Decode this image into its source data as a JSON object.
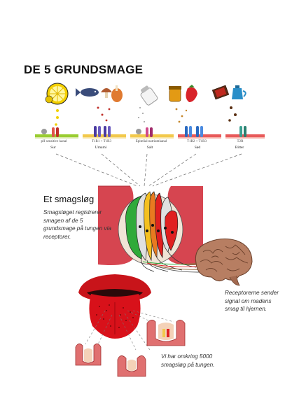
{
  "title": "DE 5 GRUNDSMAGE",
  "tastes": [
    {
      "name": "Sur",
      "receptor": "pH sensitive kanal",
      "color": "#9acd32"
    },
    {
      "name": "Umami",
      "receptor": "T1R1 + T1R3",
      "color": "#f2c94c"
    },
    {
      "name": "Salt",
      "receptor": "Epitelial natriumkanal",
      "color": "#f2c94c"
    },
    {
      "name": "Sød",
      "receptor": "T1R2 + T1R3",
      "color": "#e85a5a"
    },
    {
      "name": "Bitter",
      "receptor": "T2R",
      "color": "#e85a5a"
    }
  ],
  "taste_bud": {
    "heading": "Et smagsløg",
    "description": "Smagsløget registrerer smagen af de 5 grundsmage på tungen via receptorer."
  },
  "brain_note": "Receptorerne sender signal om madens smag til hjernen.",
  "count_note": "Vi har omkring 5000 smagsløg på tungen."
}
